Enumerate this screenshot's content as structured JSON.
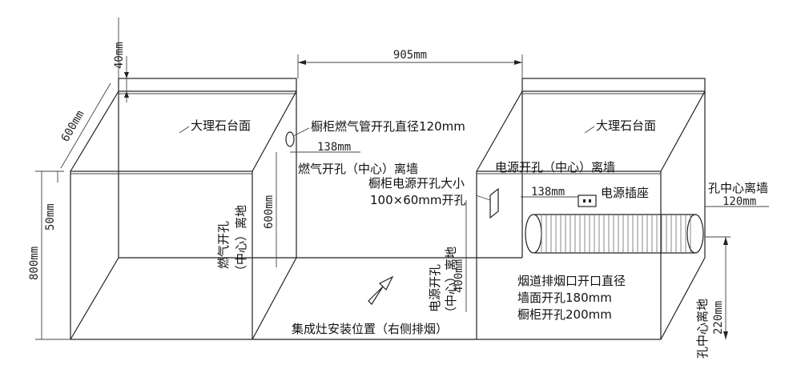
{
  "dims": {
    "top_thickness": "40mm",
    "gap_width": "905mm",
    "depth": "600mm",
    "height_total": "800mm",
    "edge_50": "50mm",
    "gas_wall_offset": "138mm",
    "gas_floor_height": "600mm",
    "power_wall_offset": "138mm",
    "power_floor_height": "400mm",
    "hole_wall_offset": "120mm",
    "hole_floor_height": "220mm"
  },
  "labels": {
    "marble_left": "大理石台面",
    "marble_right": "大理石台面",
    "gas_pipe": "橱柜燃气管开孔直径120mm",
    "gas_center_wall": "燃气开孔（中心）离墙",
    "gas_center_floor_1": "燃气开孔",
    "gas_center_floor_2": "（中心）离地",
    "power_center_wall": "电源开孔（中心）离墙",
    "cabinet_power_1": "橱柜电源开孔大小",
    "cabinet_power_2": "100×60mm开孔",
    "socket": "电源插座",
    "hole_center_wall": "孔中心离墙",
    "power_center_floor_1": "电源开孔",
    "power_center_floor_2": "（中心）离地",
    "flue_1": "烟道排烟口开口直径",
    "flue_2": "墙面开孔180mm",
    "flue_3": "橱柜开孔200mm",
    "hole_center_floor": "孔中心离地",
    "install_position": "集成灶安装位置（右侧排烟）"
  }
}
